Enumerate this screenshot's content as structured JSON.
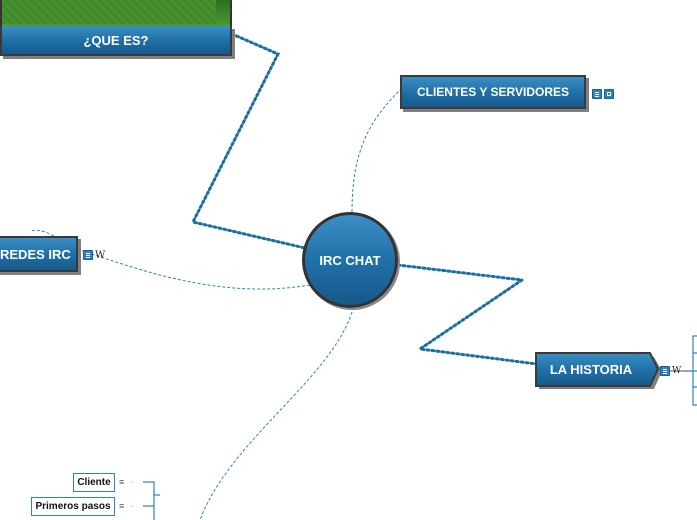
{
  "central": {
    "label": "IRC CHAT"
  },
  "topics": {
    "que_es": {
      "label": "¿QUE ES?"
    },
    "clientes": {
      "label": "CLIENTES Y SERVIDORES"
    },
    "redes": {
      "label": "REDES IRC"
    },
    "historia": {
      "label": "LA HISTORIA"
    }
  },
  "subtopics": [
    {
      "label": "Cliente"
    },
    {
      "label": "Primeros pasos"
    }
  ],
  "icons": {
    "note": "note-icon",
    "link": "link-icon",
    "wikipedia": "W"
  },
  "colors": {
    "node_fill": "#1f6ea6",
    "node_border": "#3a3a3a",
    "connector": "#1a6fa3",
    "image_green": "#3f8a2a"
  }
}
